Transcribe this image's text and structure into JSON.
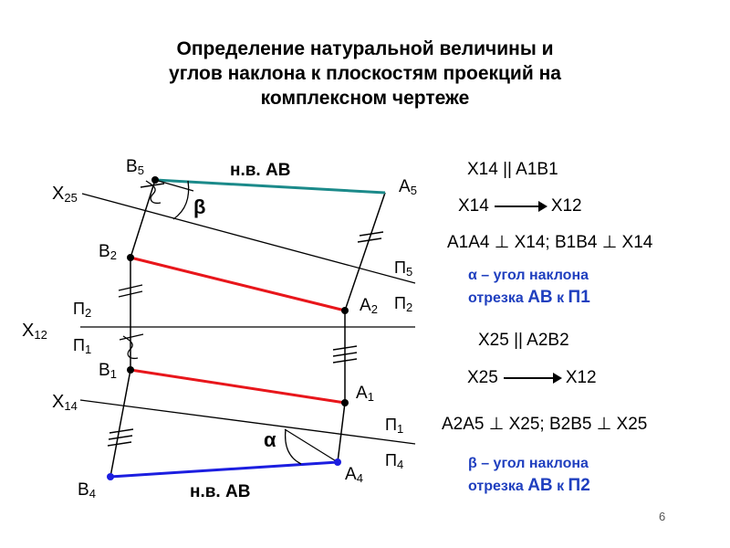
{
  "title": {
    "line1": "Определение натуральной величины и",
    "line2": "углов наклона к плоскостям проекций на",
    "line3": "комплексном чертеже"
  },
  "points": {
    "B5": [
      "B",
      "5"
    ],
    "A5": [
      "A",
      "5"
    ],
    "B2": [
      "B",
      "2"
    ],
    "A2": [
      "A",
      "2"
    ],
    "B1": [
      "B",
      "1"
    ],
    "A1": [
      "A",
      "1"
    ],
    "B4": [
      "B",
      "4"
    ],
    "A4": [
      "A",
      "4"
    ]
  },
  "axes": {
    "x25": [
      "X",
      "25"
    ],
    "x12": [
      "X",
      "12"
    ],
    "x14": [
      "X",
      "14"
    ],
    "p2_upper": [
      "П",
      "2"
    ],
    "p1_lower": [
      "П",
      "1"
    ],
    "p5": [
      "П",
      "5"
    ],
    "p2_right": [
      "П",
      "2"
    ],
    "p1_right": [
      "П",
      "1"
    ],
    "p4": [
      "П",
      "4"
    ]
  },
  "nv_top": "н.в. АВ",
  "nv_bottom": "н.в. АВ",
  "beta_symbol": "β",
  "alpha_symbol": "α",
  "notes": {
    "r1": "X14 || A1B1",
    "r2_left": "X14",
    "r2_right": "X12",
    "r3": "A1A4 ⊥ X14; B1B4 ⊥ X14",
    "alpha_l1": "α – угол наклона",
    "alpha_l2a": "отрезка ",
    "alpha_l2b": "АВ",
    "alpha_l2c": " к ",
    "alpha_l2d": "П1",
    "r4": "X25 || A2B2",
    "r5_left": "X25",
    "r5_right": "X12",
    "r6": "A2A5 ⊥ X25; B2B5 ⊥ X25",
    "beta_l1": "β – угол наклона",
    "beta_l2a": "отрезка ",
    "beta_l2b": "АВ",
    "beta_l2c": " к ",
    "beta_l2d": "П2"
  },
  "colors": {
    "teal": "#1b8a8a",
    "red": "#e8161b",
    "blue": "#1c1ee0",
    "note_blue": "#1f3fbf"
  },
  "page_number": "6"
}
